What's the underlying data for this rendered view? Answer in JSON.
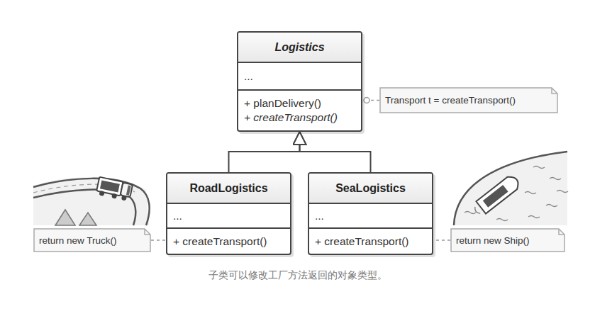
{
  "diagram": {
    "caption": "子类可以修改工厂方法返回的对象类型。",
    "nodes": [
      {
        "text": [
          "Logistics",
          "...",
          "+ planDelivery()",
          "+ createTransport()"
        ]
      },
      {
        "text": [
          "Transport t = createTransport()"
        ]
      },
      {
        "text": [
          "RoadLogistics",
          "...",
          "+ createTransport()"
        ]
      },
      {
        "text": [
          "SeaLogistics",
          "...",
          "+ createTransport()"
        ]
      },
      {
        "text": [
          "return new Truck()"
        ]
      },
      {
        "text": [
          "return new Ship()"
        ]
      }
    ],
    "edges": [
      {
        "from": 2,
        "to": 0,
        "arrow": "to"
      },
      {
        "from": 3,
        "to": 0,
        "arrow": "to"
      },
      {
        "from": 1,
        "to": 0,
        "arrow": "none"
      },
      {
        "from": 4,
        "to": 2,
        "arrow": "none"
      },
      {
        "from": 5,
        "to": 3,
        "arrow": "none"
      }
    ]
  }
}
